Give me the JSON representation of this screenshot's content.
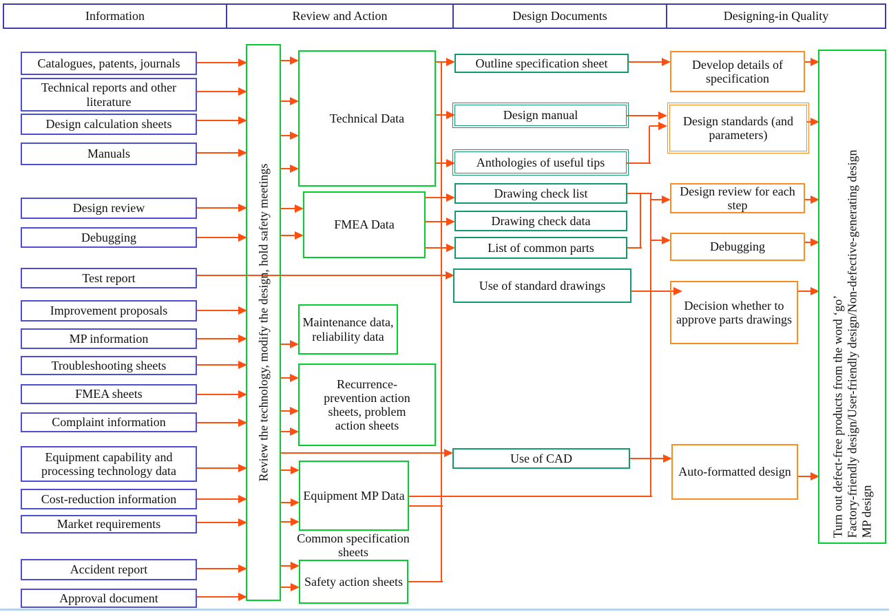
{
  "header": {
    "columns": [
      "Information",
      "Review and Action",
      "Design Documents",
      "Designing-in Quality"
    ]
  },
  "information": {
    "items": [
      "Catalogues, patents, journals",
      "Technical reports and other literature",
      "Design calculation sheets",
      "Manuals",
      "Design review",
      "Debugging",
      "Test report",
      "Improvement proposals",
      "MP information",
      "Troubleshooting sheets",
      "FMEA sheets",
      "Complaint information",
      "Equipment capability and processing technology data",
      "Cost-reduction information",
      "Market requirements",
      "Accident report",
      "Approval document"
    ]
  },
  "review_and_action": {
    "process_bar": "Review the technology, modify the design, hold safety meetings",
    "technical_data": "Technical Data",
    "fmea_data": "FMEA Data",
    "maintenance_data": "Maintenance data, reliability data",
    "recurrence_prevention": "Recurrence-prevention action sheets, problem action sheets",
    "equipment_mp_data": "Equipment MP Data",
    "common_spec_label": "Common specification sheets",
    "safety_action_sheets": "Safety action sheets"
  },
  "design_documents": {
    "outline_spec": "Outline specification sheet",
    "design_manual": "Design manual",
    "anthologies": "Anthologies of useful tips",
    "drawing_check_list": "Drawing check list",
    "drawing_check_data": "Drawing check data",
    "list_of_common_parts": "List of common parts",
    "use_of_standard_drawings": "Use of standard drawings",
    "use_of_cad": "Use of CAD"
  },
  "designing_in_quality": {
    "develop_details": "Develop details of specification",
    "design_standards": "Design standards (and parameters)",
    "design_review_each_step": "Design review for each step",
    "debugging": "Debugging",
    "decision_approve": "Decision whether to approve parts drawings",
    "auto_formatted": "Auto-formatted design"
  },
  "outcome": {
    "line1": "Turn out defect-free products from the word ‘go’",
    "line2": "Factory-friendly design/User-friendly design/Non-defective-generating design",
    "line3": "MP design"
  },
  "colors": {
    "info_border": "#4d4dd8",
    "header_border": "#3d3dae",
    "green_border": "#00d02c",
    "teal_border": "#13996f",
    "arrow_orange": "#ff4f10",
    "quality_border": "#ff8c1e"
  }
}
